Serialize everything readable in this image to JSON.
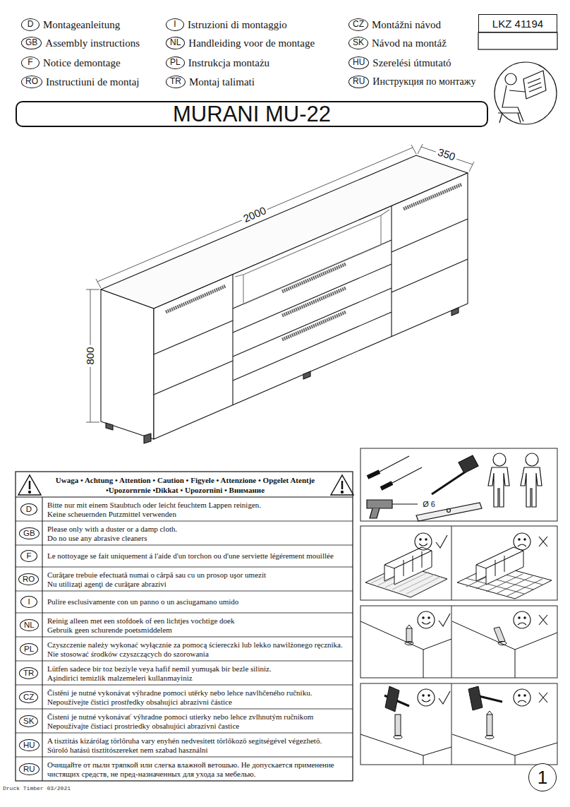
{
  "diagram": {
    "title": "MURANI MU-22",
    "nodes": [
      {
        "text": [
          "LKZ 41194"
        ]
      },
      {
        "text": [
          "D",
          "Montageanleitung"
        ]
      },
      {
        "text": [
          "I",
          "Istruzioni di montaggio"
        ]
      },
      {
        "text": [
          "CZ",
          "Montážni návod"
        ]
      },
      {
        "text": [
          "GB",
          "Assembly instructions"
        ]
      },
      {
        "text": [
          "NL",
          "Handleiding voor de montage"
        ]
      },
      {
        "text": [
          "SK",
          "Návod na montáž"
        ]
      },
      {
        "text": [
          "F",
          "Notice demontage"
        ]
      },
      {
        "text": [
          "PL",
          "Instrukcja montażu"
        ]
      },
      {
        "text": [
          "HU",
          "Szerelési útmutató"
        ]
      },
      {
        "text": [
          "RO",
          "Instructiuni de montaj"
        ]
      },
      {
        "text": [
          "TR",
          "Montaj talimati"
        ]
      },
      {
        "text": [
          "RU",
          "Инструкция по монтажу"
        ]
      },
      {
        "text": [
          "D",
          "Bitte nur mit einem Staubtuch oder leicht feuchtem Lappen reinigen.",
          "Keine scheuernden Putzmittel verwenden"
        ]
      },
      {
        "text": [
          "GB",
          "Please only with a duster or a damp cloth.",
          "Do no use any abrasive cleaners"
        ]
      },
      {
        "text": [
          "F",
          "Le nottoyage se fait uniquement á l'aide d'un torchon ou d'une serviette légérement mouillée"
        ]
      },
      {
        "text": [
          "RO",
          "Curăţare trebuie efectuată numai o cârpă sau cu un prosop uşor umezit",
          "Nu utilizaţi agenţi de curăţare abrazivi"
        ]
      },
      {
        "text": [
          "I",
          "Pulire esclusivamente con un panno o un asciugamano umido"
        ]
      },
      {
        "text": [
          "NL",
          "Reinig alleen met een stofdoek of een lichtjes vochtige doek",
          "Gebruik geen schurende poetsmiddelem"
        ]
      },
      {
        "text": [
          "PL",
          "Czyszczenie należy wykonać wyłącznie za pomocą ściereczki lub lekko nawilżonego ręcznika. Nie stosować środków czyszczących do szorowania"
        ]
      },
      {
        "text": [
          "TR",
          "Lütfen sadece bir toz beziyle veya hafif nemil yumuşak bir bezle siliniz.",
          "Aşindirici temizlik malzemeleri kullanmayiniz"
        ]
      },
      {
        "text": [
          "CZ",
          "Čistěni je nutné vykonávat výhradne pomoci utěrky nebo lehce navlhčeného ručniku.",
          "Nepoužívejte čistici prostředky obsahujici abrazivni částice"
        ]
      },
      {
        "text": [
          "SK",
          "Čisteni je nutné vykonávať výhradne pomoci utierky nebo lehce zvlhnutým ručnikom",
          "Nepoužívajte čistiaci prostriedky obsahujúci abrazivni častice"
        ]
      },
      {
        "text": [
          "HU",
          "A tisztitás kizárólag törlőruha vary enyhén nedvesitett törlőkozö segitségével végezhetö.",
          "Súroló hatású tisztitószereket nem szabad használni"
        ]
      },
      {
        "text": [
          "RU",
          "Очищайте от пыли тряпкой или слегка влажной ветошью. Не допускается применение чистящих средств, не пред-назначенных для ухода за мебелью."
        ]
      },
      {
        "text": [
          "1"
        ]
      }
    ],
    "labels": [
      "2000",
      "350",
      "800",
      "Ø 6",
      "Uwaga • Achtung • Attention • Caution • Figyele • Attenzione • Opgelet Atentje •Upozornrnie •Dikkat • Upozornïni • Внимание",
      "Druck Timber 03/2021"
    ]
  }
}
